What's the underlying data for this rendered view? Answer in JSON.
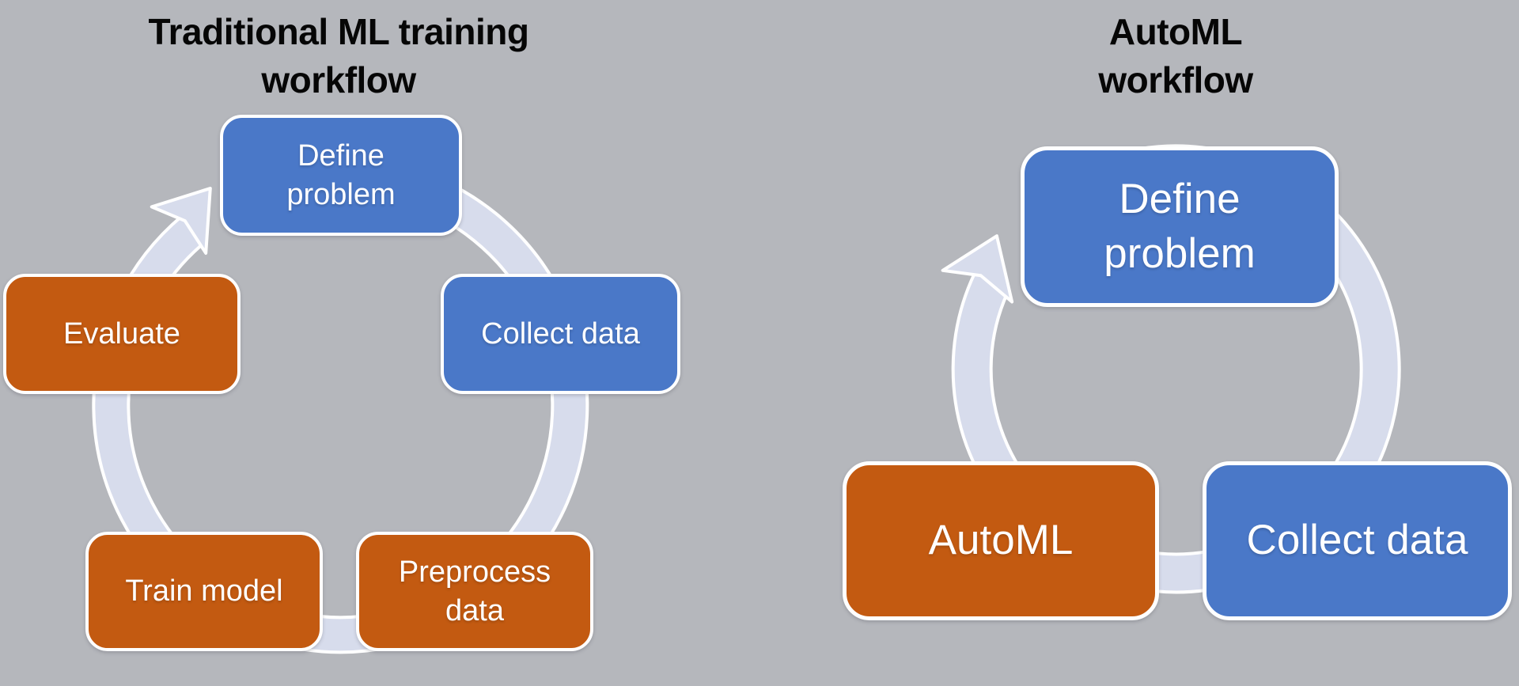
{
  "canvas": {
    "background_color": "#b5b7bc"
  },
  "colors": {
    "node_blue": "#4a78c8",
    "node_orange": "#c35a11",
    "ring_band": "#d7dcec",
    "ring_edge": "#ffffff",
    "node_border": "#ffffff",
    "node_text": "#ffffff",
    "title_text": "#060606"
  },
  "diagrams": [
    {
      "id": "traditional-ml",
      "title": "Traditional ML training\nworkflow",
      "cycle_shape": "circular-arrow-clockwise",
      "nodes": [
        {
          "id": "define-problem",
          "label": "Define\nproblem",
          "color": "blue"
        },
        {
          "id": "collect-data",
          "label": "Collect data",
          "color": "blue"
        },
        {
          "id": "preprocess-data",
          "label": "Preprocess\ndata",
          "color": "orange"
        },
        {
          "id": "train-model",
          "label": "Train model",
          "color": "orange"
        },
        {
          "id": "evaluate",
          "label": "Evaluate",
          "color": "orange"
        }
      ]
    },
    {
      "id": "automl",
      "title": "AutoML\nworkflow",
      "cycle_shape": "circular-arrow-clockwise",
      "nodes": [
        {
          "id": "define-problem",
          "label": "Define\nproblem",
          "color": "blue"
        },
        {
          "id": "collect-data",
          "label": "Collect data",
          "color": "blue"
        },
        {
          "id": "automl",
          "label": "AutoML",
          "color": "orange"
        }
      ]
    }
  ]
}
